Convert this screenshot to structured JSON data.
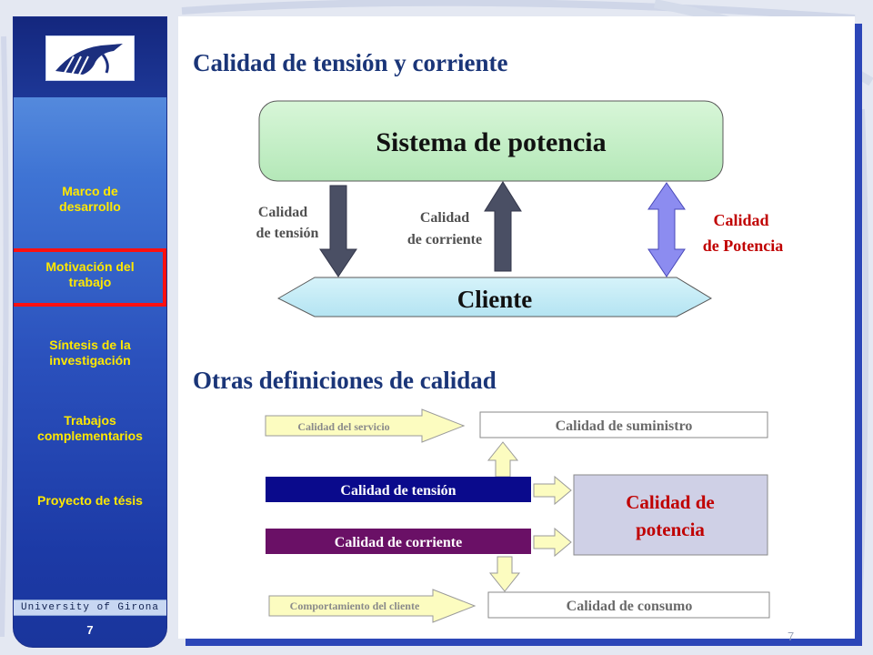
{
  "sidebar": {
    "nav": [
      {
        "label_1": "Marco de",
        "label_2": "desarrollo"
      },
      {
        "label_1": "Motivación del",
        "label_2": "trabajo"
      },
      {
        "label_1": "Síntesis de la",
        "label_2": "investigación"
      },
      {
        "label_1": "Trabajos",
        "label_2": "complementarios"
      },
      {
        "label_1": "Proyecto de tésis",
        "label_2": ""
      }
    ],
    "active_index": 1,
    "university": "University of Girona",
    "page": "7"
  },
  "section1": {
    "title": "Calidad de tensión y corriente",
    "system_box": "Sistema  de  potencia",
    "client_box": "Cliente",
    "arrow_voltage_1": "Calidad",
    "arrow_voltage_2": "de tensión",
    "arrow_current_1": "Calidad",
    "arrow_current_2": "de corriente",
    "arrow_power_1": "Calidad",
    "arrow_power_2": "de Potencia"
  },
  "section2": {
    "title": "Otras definiciones de calidad",
    "service_arrow": "Calidad del servicio",
    "supply_box": "Calidad de suministro",
    "voltage_bar": "Calidad de tensión",
    "current_bar": "Calidad de corriente",
    "power_box_1": "Calidad de",
    "power_box_2": "potencia",
    "client_behavior_arrow": "Comportamiento del cliente",
    "consumption_box": "Calidad de consumo"
  },
  "page_number": "7",
  "colors": {
    "title": "#1a3578",
    "system_fill": "#c6f0c8",
    "client_fill": "#c6ecf6",
    "arrow_dark": "#4a4f64",
    "arrow_power": "#8c8cf0",
    "power_label": "#c00000",
    "voltage_bar": "#0a0a8c",
    "current_bar": "#6a1066",
    "power_box_fill": "#cfd0e6",
    "small_arrow_fill": "#fcfcc0",
    "nav_text": "#ffe800",
    "active_border": "#ff1010"
  }
}
